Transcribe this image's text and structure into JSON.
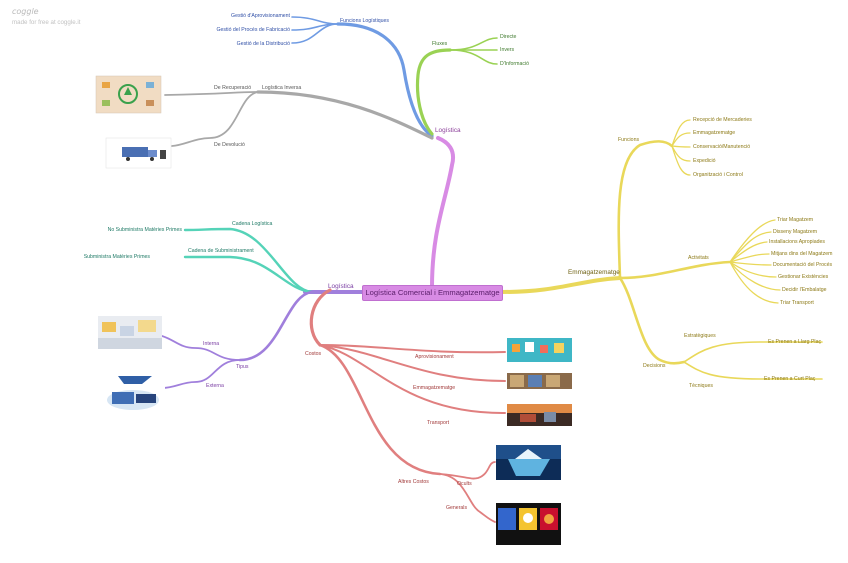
{
  "brand": {
    "logo": "coggle",
    "tagline": "made for free at coggle.it"
  },
  "central_topic": "Logística Comercial i Emmagatzematge",
  "colors": {
    "purple": "#a07fdc",
    "blue": "#6f9be3",
    "green": "#9ad254",
    "gray": "#a8a8a8",
    "magenta": "#d88be4",
    "teal": "#55d3b8",
    "yellow": "#e9d85a",
    "red": "#e07f7f",
    "text_blue": "#3150a7",
    "text_green": "#3f7a2d",
    "text_gray": "#555555",
    "text_teal": "#1f7a66",
    "text_yellow": "#8d7a17",
    "text_red": "#a23b3b",
    "text_purple": "#7a3da3"
  },
  "branches": {
    "logistica_top": {
      "label": "Logística",
      "funcions": {
        "label": "Funcions Logístiques",
        "items": [
          "Gestió d'Aprovisionament",
          "Gestió del Procés de Fabricació",
          "Gestió de la Distribució"
        ]
      },
      "fluxes": {
        "label": "Fluxes",
        "items": [
          "Directe",
          "Invers",
          "D'Informació"
        ]
      },
      "inversa": {
        "label": "Logística Inversa",
        "items": [
          "De Recuperació",
          "De Devolució"
        ]
      }
    },
    "logistica_left": {
      "label": "Logística",
      "cadena_logistica": {
        "label": "Cadena Logística",
        "item": "No Subministra Matèries Primes"
      },
      "cadena_sub": {
        "label": "Cadena de Subministrament",
        "item": "Subministra Matèries Primes"
      },
      "tipus": {
        "label": "Tipus",
        "items": [
          "Interna",
          "Externa"
        ]
      }
    },
    "costos": {
      "label": "Costos",
      "items": [
        "Aprovisionament",
        "Emmagatzematge",
        "Transport"
      ],
      "altres": {
        "label": "Altres Costos",
        "items": [
          "Ocults",
          "Generals"
        ]
      }
    },
    "emmagatzematge": {
      "label": "Emmagatzematge",
      "funcions": {
        "label": "Funcions",
        "items": [
          "Recepció de Mercaderies",
          "Emmagatzematge",
          "Conservació/Manutenció",
          "Expedició",
          "Organització i Control"
        ]
      },
      "activitats": {
        "label": "Activitats",
        "items": [
          "Triar Magatzem",
          "Disseny Magatzem",
          "Installacions Apropiades",
          "Mitjans dins del Magatzem",
          "Documentació del Procés",
          "Gestionar Existències",
          "Decidir l'Embalatge",
          "Triar Transport"
        ]
      },
      "decisions": {
        "label": "Decisions",
        "estrategiques": {
          "label": "Estratègiques",
          "item": "Es Prenen a Llarg Plaç"
        },
        "tecniques": {
          "label": "Tècniques",
          "item": "Es Prenen a Curt Plaç"
        }
      }
    }
  }
}
